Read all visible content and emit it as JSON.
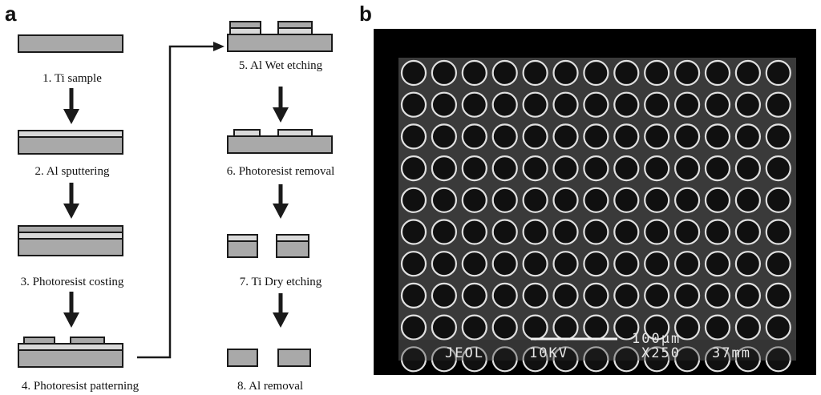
{
  "panels": {
    "a": "a",
    "b": "b"
  },
  "steps": [
    {
      "number": "1.",
      "label": "Ti sample"
    },
    {
      "number": "2.",
      "label": "Al sputtering"
    },
    {
      "number": "3.",
      "label": "Photoresist costing"
    },
    {
      "number": "4.",
      "label": "Photoresist patterning"
    },
    {
      "number": "5.",
      "label": "Al Wet etching"
    },
    {
      "number": "6.",
      "label": "Photoresist removal"
    },
    {
      "number": "7.",
      "label": "Ti Dry etching"
    },
    {
      "number": "8.",
      "label": "Al removal"
    }
  ],
  "sem": {
    "brand": "JEOL",
    "voltage": "10KV",
    "magnification": "X250",
    "scale_label": "100µm",
    "work_distance": "37mm"
  },
  "colors": {
    "ti_layer": "#a9a9a9",
    "al_layer": "#d9d9d9",
    "photoresist": "#a9a9a9",
    "outline": "#1a1a1a",
    "sem_frame": "#000000",
    "sem_bg": "#3a3a3a",
    "hole": "#101010",
    "rim": "#e0e0e0"
  }
}
